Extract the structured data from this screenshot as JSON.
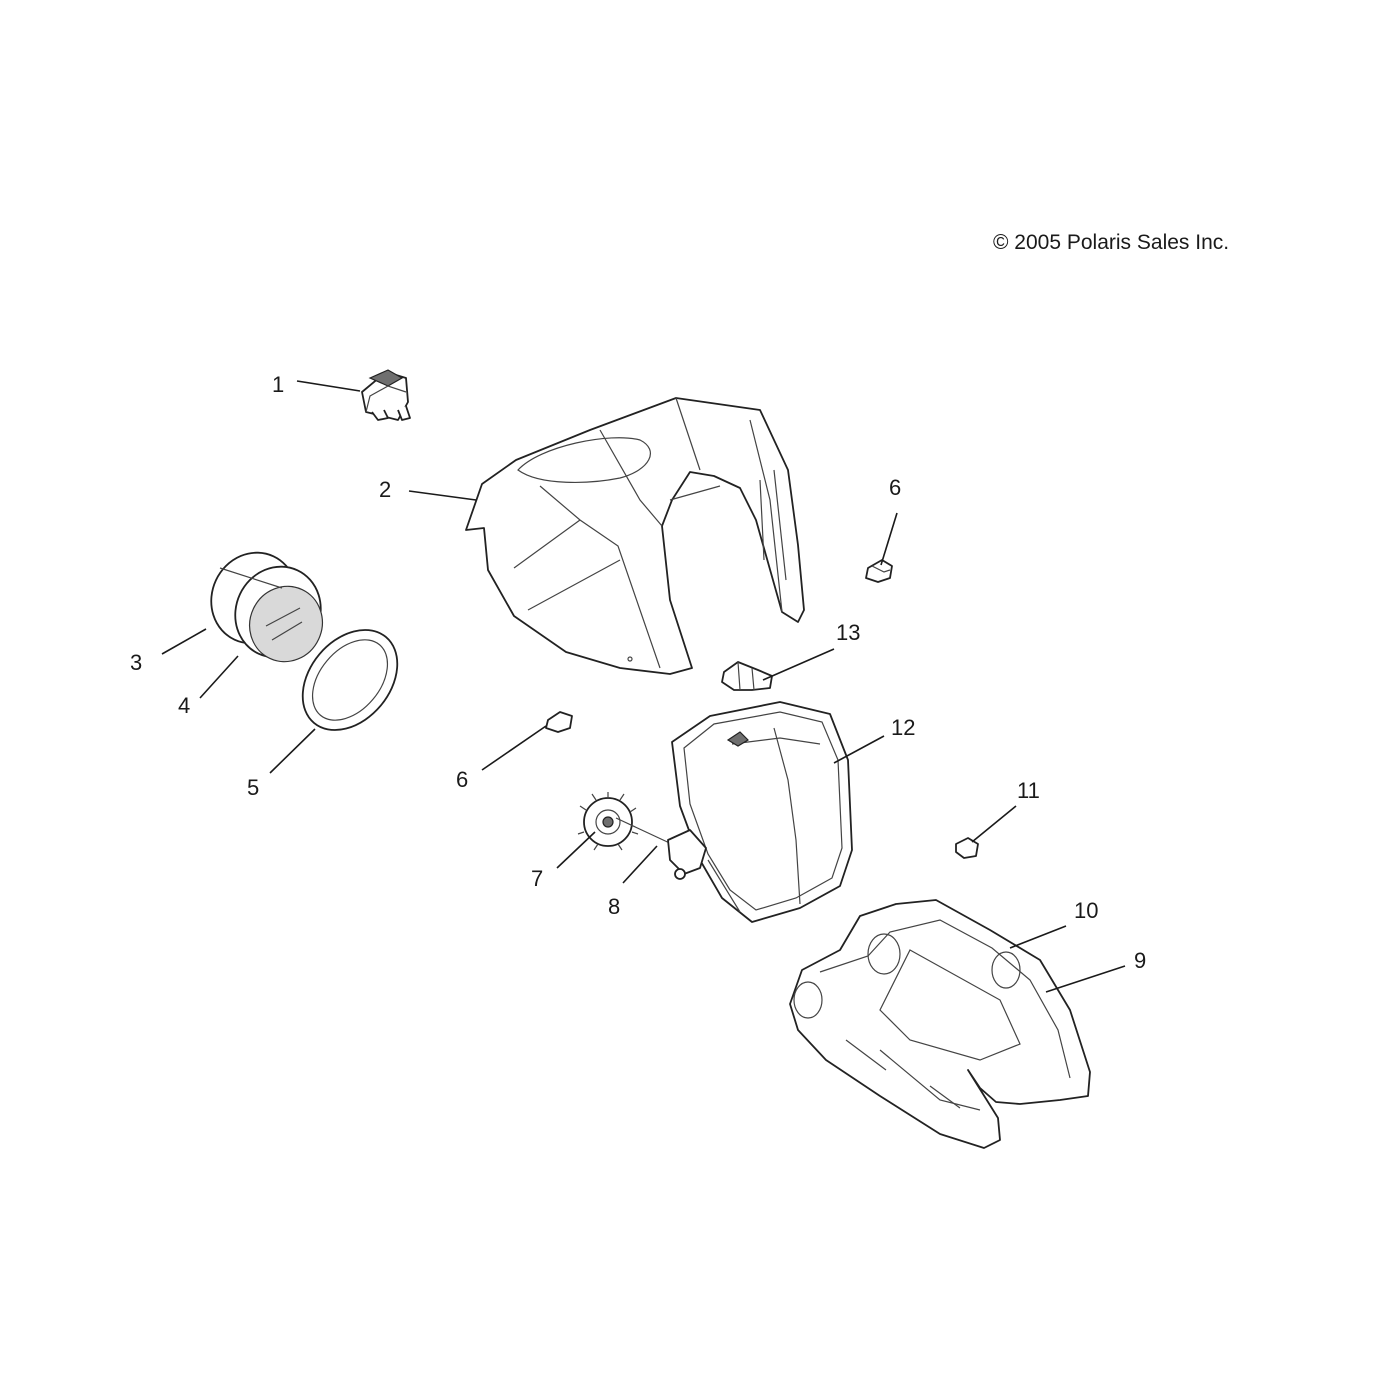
{
  "copyright": "© 2005 Polaris Sales Inc.",
  "callouts": [
    "1",
    "2",
    "3",
    "4",
    "5",
    "6",
    "6",
    "7",
    "8",
    "9",
    "10",
    "11",
    "12",
    "13"
  ]
}
